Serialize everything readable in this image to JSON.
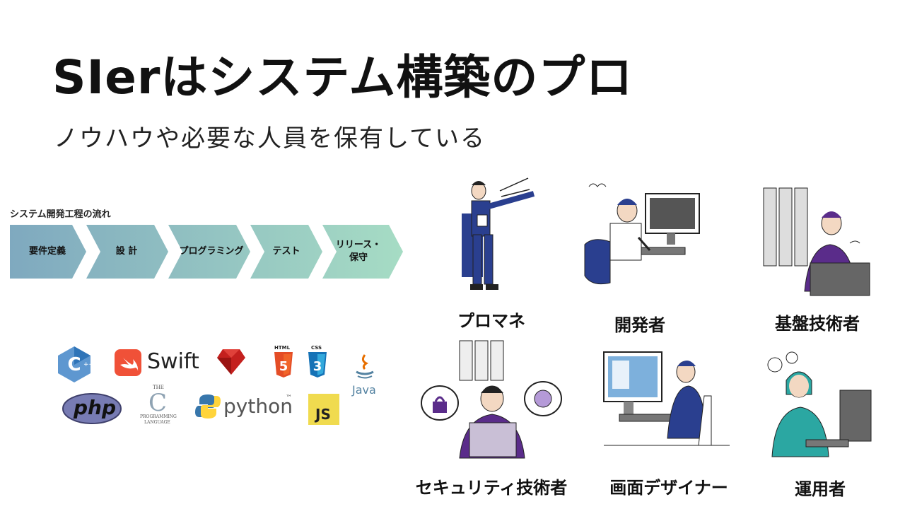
{
  "slide": {
    "title": "SIerはシステム構築のプロ",
    "subtitle": "ノウハウや必要な人員を保有している"
  },
  "process": {
    "title": "システム開発工程の流れ",
    "steps": [
      "要件定義",
      "設 計",
      "プログラミング",
      "テスト",
      "リリース・",
      "保守"
    ]
  },
  "logos": {
    "swift": "Swift",
    "html": "HTML",
    "css": "CSS",
    "php": "php",
    "c_the": "THE",
    "c_letter": "C",
    "c_lang1": "PROGRAMMING",
    "c_lang2": "LANGUAGE",
    "python": "python",
    "js": "JS",
    "java": "Java",
    "tm": "™"
  },
  "roles": [
    "プロマネ",
    "開発者",
    "基盤技術者",
    "セキュリティ技術者",
    "画面デザイナー",
    "運用者"
  ],
  "colors": {
    "arrow_start": "#7fa9bf",
    "arrow_end": "#9fd9c1",
    "suit": "#2a3f8f",
    "purple": "#5a2c8a",
    "teal": "#2ba7a2"
  }
}
